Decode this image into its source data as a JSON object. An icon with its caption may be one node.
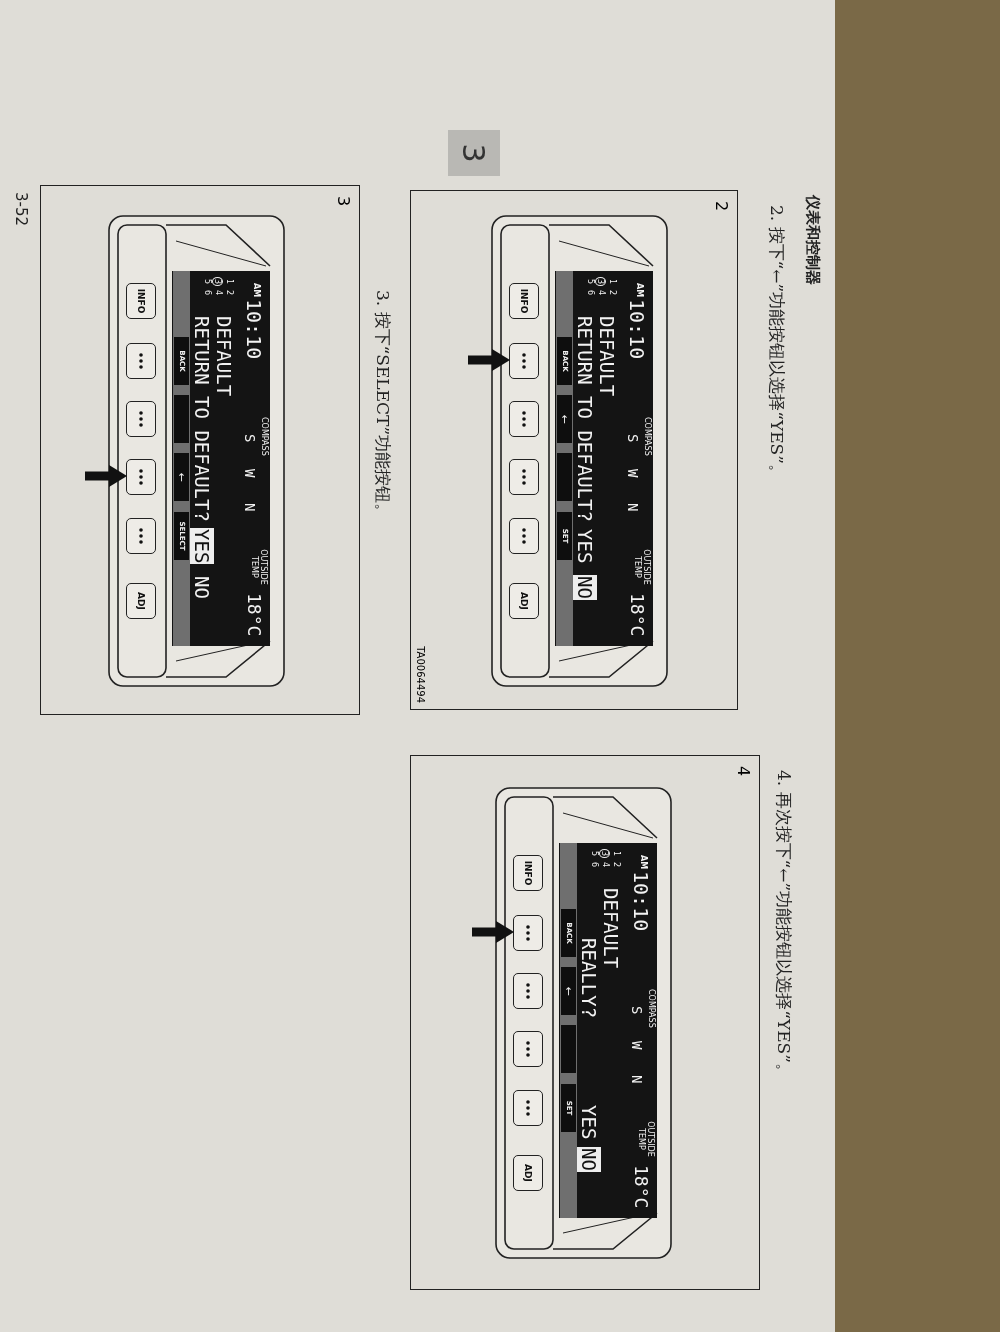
{
  "diagram": {
    "nodes": [
      {
        "text": [
          "2"
        ],
        "beside": [
          "TA0064494"
        ]
      },
      {
        "text": [
          "INFO"
        ],
        "in": 0
      },
      {
        "text": [],
        "shape": "box",
        "in": 0
      },
      {
        "text": [],
        "shape": "box",
        "in": 0
      },
      {
        "text": [],
        "shape": "box",
        "in": 0
      },
      {
        "text": [],
        "shape": "box",
        "in": 0
      },
      {
        "text": [
          "ADJ"
        ],
        "in": 0
      },
      {
        "text": [
          "3"
        ]
      },
      {
        "text": [
          "INFO"
        ],
        "in": 7
      },
      {
        "text": [],
        "shape": "box",
        "in": 7
      },
      {
        "text": [],
        "shape": "box",
        "in": 7
      },
      {
        "text": [],
        "shape": "box",
        "in": 7
      },
      {
        "text": [],
        "shape": "box",
        "in": 7
      },
      {
        "text": [
          "ADJ"
        ],
        "in": 7
      },
      {
        "text": [
          "4"
        ]
      },
      {
        "text": [
          "INFO"
        ],
        "in": 14
      },
      {
        "text": [],
        "shape": "box",
        "in": 14
      },
      {
        "text": [],
        "shape": "box",
        "in": 14
      },
      {
        "text": [],
        "shape": "box",
        "in": 14
      },
      {
        "text": [],
        "shape": "box",
        "in": 14
      },
      {
        "text": [
          "ADJ"
        ],
        "in": 14
      }
    ],
    "edges": [
      {
        "from": null,
        "to": 2,
        "arrow": "to"
      },
      {
        "from": null,
        "to": 11,
        "arrow": "to"
      },
      {
        "from": null,
        "to": 16,
        "arrow": "to"
      }
    ],
    "labels": [
      "仪表和控制器",
      "3",
      "2. 按下“←”功能按钮以选择“YES”。",
      "AM",
      "10:10",
      "COMPASS",
      "S",
      "W",
      "N",
      "OUTSIDE TEMP",
      "18°C",
      "1",
      "2",
      "3",
      "4",
      "5",
      "6",
      "DEFAULT",
      "RETURN TO DEFAULT?",
      "YES",
      "NO",
      "BACK",
      "←",
      "SET",
      "3. 按下“SELECT”功能按钮。",
      "AM",
      "10:10",
      "COMPASS",
      "S",
      "W",
      "N",
      "OUTSIDE TEMP",
      "18°C",
      "1",
      "2",
      "3",
      "4",
      "5",
      "6",
      "DEFAULT",
      "RETURN TO DEFAULT?",
      "YES",
      "NO",
      "BACK",
      "←",
      "SELECT",
      "3-52",
      "4. 再次按下“←”功能按钮以选择“YES”。",
      "AM",
      "10:10",
      "COMPASS",
      "S",
      "W",
      "N",
      "OUTSIDE TEMP",
      "18°C",
      "1",
      "2",
      "3",
      "4",
      "5",
      "6",
      "DEFAULT",
      "REALLY?",
      "YES",
      "NO",
      "BACK",
      "←",
      "SET"
    ]
  }
}
